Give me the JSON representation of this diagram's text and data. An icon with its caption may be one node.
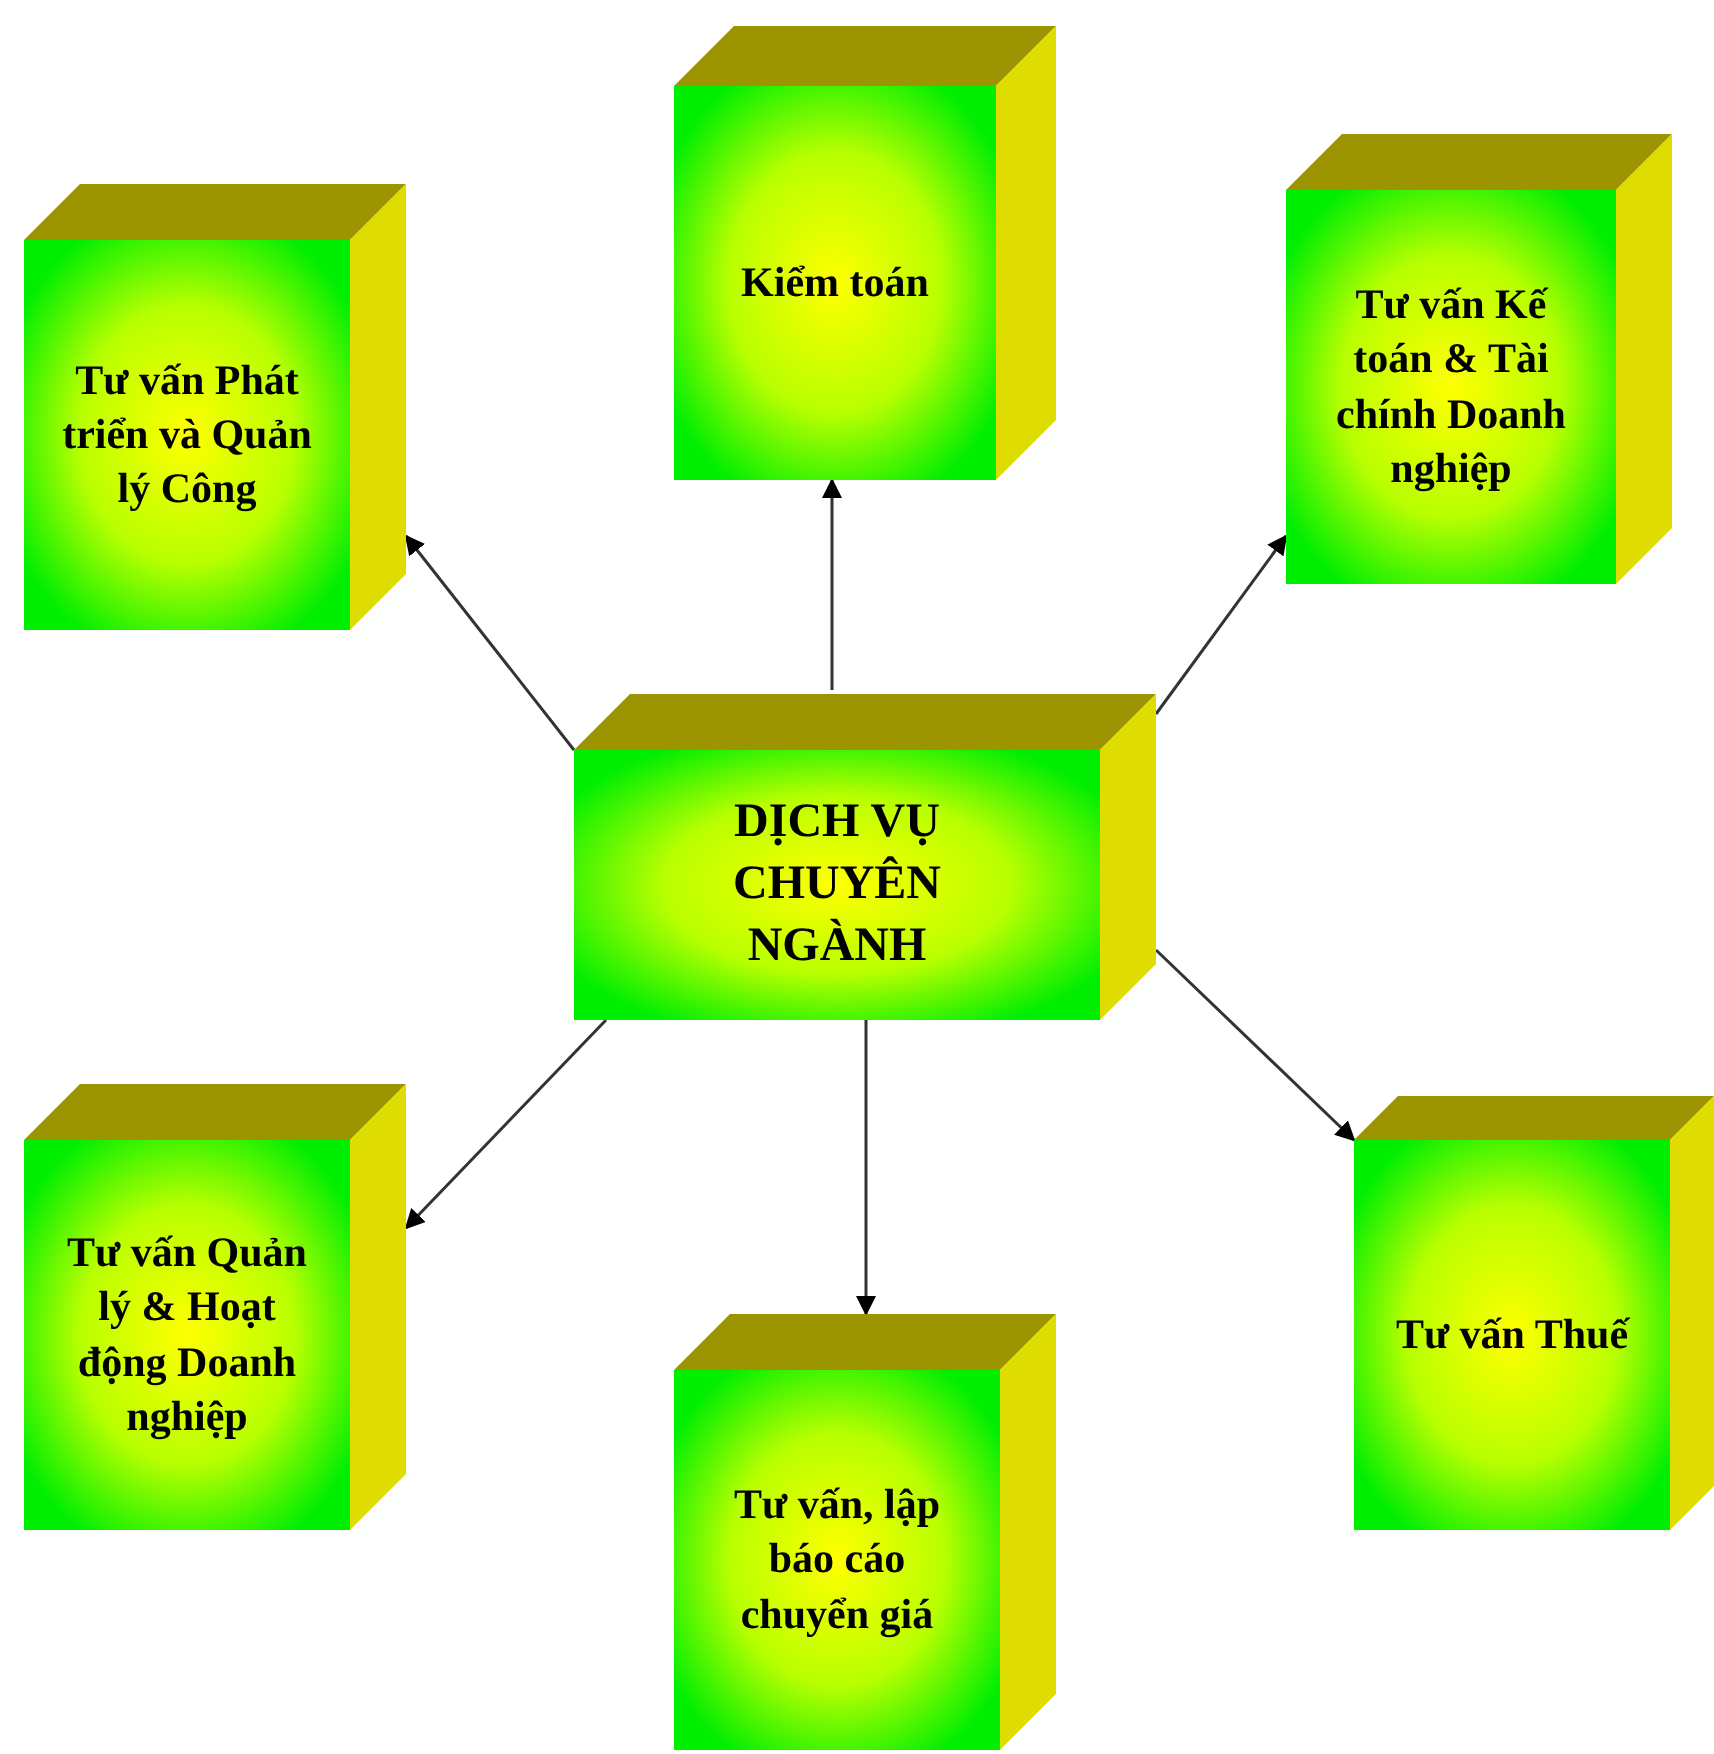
{
  "diagram": {
    "nodes": [
      {
        "text": [
          "Tư vấn Phát triển và Quản lý Công"
        ]
      },
      {
        "text": [
          "Kiểm toán"
        ]
      },
      {
        "text": [
          "Tư vấn Kế toán & Tài chính Doanh nghiệp"
        ]
      },
      {
        "text": [
          "DỊCH VỤ CHUYÊN NGÀNH"
        ]
      },
      {
        "text": [
          "Tư vấn Quản lý & Hoạt động Doanh nghiệp"
        ]
      },
      {
        "text": [
          "Tư vấn, lập báo cáo chuyển giá"
        ]
      },
      {
        "text": [
          "Tư vấn Thuế"
        ]
      }
    ],
    "edges": [
      {
        "from": 3,
        "to": 0,
        "arrow": "to"
      },
      {
        "from": 3,
        "to": 1,
        "arrow": "to"
      },
      {
        "from": 3,
        "to": 2,
        "arrow": "to"
      },
      {
        "from": 3,
        "to": 6,
        "arrow": "to"
      },
      {
        "from": 3,
        "to": 4,
        "arrow": "to"
      },
      {
        "from": 3,
        "to": 5,
        "arrow": "to"
      }
    ]
  }
}
